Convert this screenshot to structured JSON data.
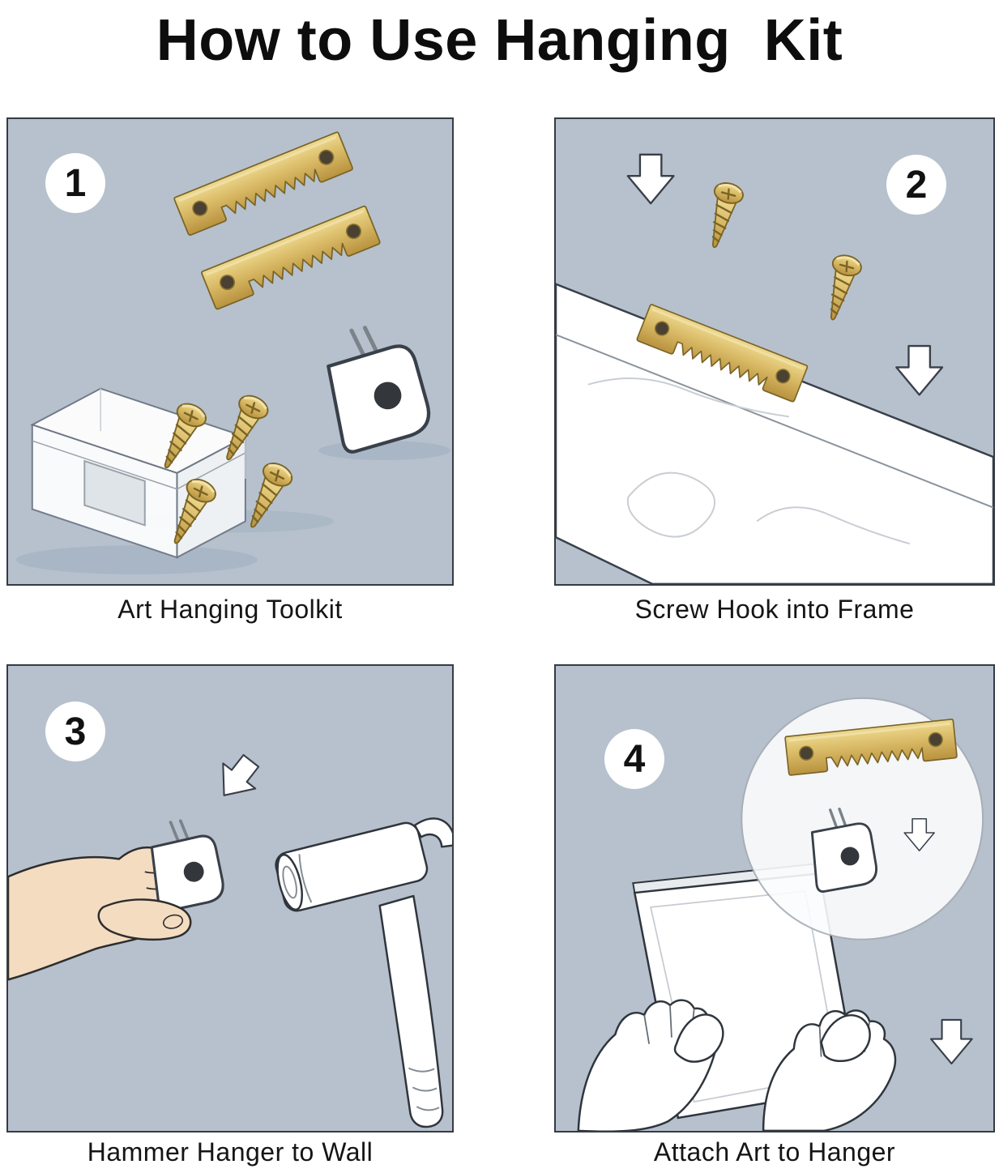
{
  "title": "How to Use Hanging  Kit",
  "panels": [
    {
      "number": "1",
      "caption": "Art Hanging Toolkit"
    },
    {
      "number": "2",
      "caption": "Screw Hook into Frame"
    },
    {
      "number": "3",
      "caption": "Hammer Hanger to Wall"
    },
    {
      "number": "4",
      "caption": "Attach Art to Hanger"
    }
  ],
  "colors": {
    "panel_bg": "#b6c1cd",
    "brass": "#d9ba66",
    "brass_dark": "#7a6426",
    "outline": "#2f353c",
    "skin": "#f4dcc1",
    "white": "#ffffff"
  },
  "illustrations": {
    "panel1": [
      "storage-box",
      "sawtooth-hanger",
      "sawtooth-hanger",
      "screw",
      "screw",
      "screw",
      "screw",
      "wall-hook"
    ],
    "panel2": [
      "frame-board",
      "sawtooth-hanger",
      "screw",
      "screw",
      "down-arrow",
      "down-arrow"
    ],
    "panel3": [
      "hand-holding-hanger",
      "wall-hook",
      "hammer",
      "down-arrow"
    ],
    "panel4": [
      "magnifier-circle",
      "sawtooth-hanger",
      "wall-hook",
      "down-arrow",
      "picture-frame",
      "left-hand",
      "right-hand",
      "down-arrow"
    ]
  }
}
